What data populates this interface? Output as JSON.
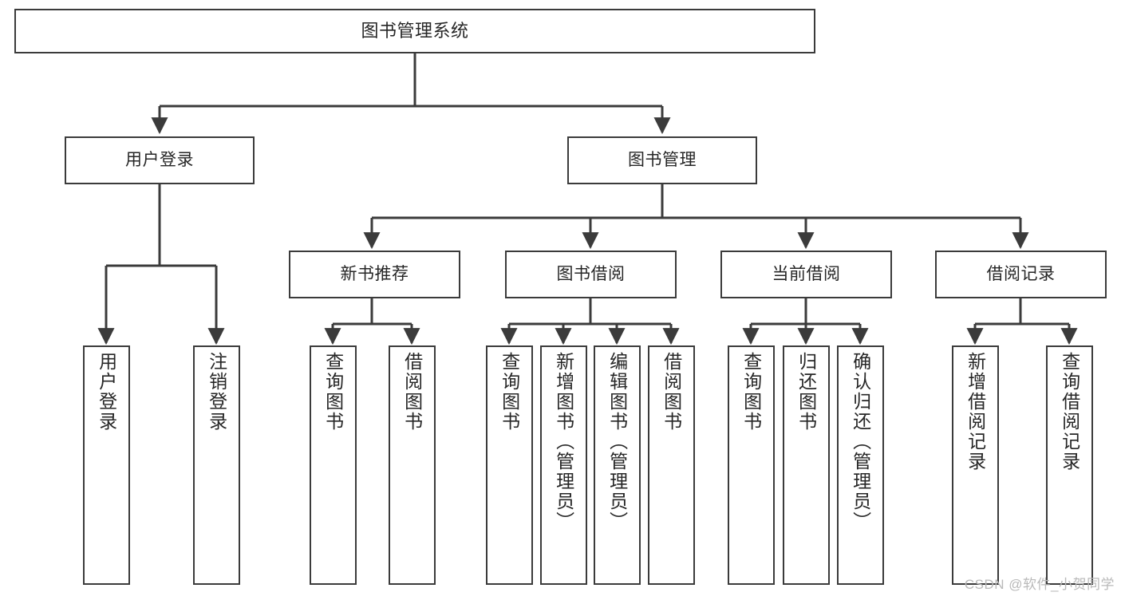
{
  "diagram": {
    "title": "图书管理系统",
    "type": "tree-hierarchy-diagram",
    "stroke_color": "#3b3b3b",
    "text_color": "#262626",
    "background_color": "#ffffff"
  },
  "nodes": {
    "root": {
      "label": "图书管理系统"
    },
    "level1": [
      {
        "id": "user-login",
        "label": "用户登录"
      },
      {
        "id": "book-management",
        "label": "图书管理"
      }
    ],
    "level2": [
      {
        "id": "new-book-recommend",
        "label": "新书推荐"
      },
      {
        "id": "book-borrow",
        "label": "图书借阅"
      },
      {
        "id": "current-borrow",
        "label": "当前借阅"
      },
      {
        "id": "borrow-record",
        "label": "借阅记录"
      }
    ],
    "leaves": {
      "user-login": [
        {
          "id": "leaf-user-login",
          "label": "用户登录"
        },
        {
          "id": "leaf-logout-login",
          "label": "注销登录"
        }
      ],
      "new-book-recommend": [
        {
          "id": "leaf-query-book-1",
          "label": "查询图书"
        },
        {
          "id": "leaf-borrow-book-1",
          "label": "借阅图书"
        }
      ],
      "book-borrow": [
        {
          "id": "leaf-query-book-2",
          "label": "查询图书"
        },
        {
          "id": "leaf-add-book",
          "label": "新增图书（管理员）"
        },
        {
          "id": "leaf-edit-book",
          "label": "编辑图书（管理员）"
        },
        {
          "id": "leaf-borrow-book-2",
          "label": "借阅图书"
        }
      ],
      "current-borrow": [
        {
          "id": "leaf-query-book-3",
          "label": "查询图书"
        },
        {
          "id": "leaf-return-book",
          "label": "归还图书"
        },
        {
          "id": "leaf-confirm-return",
          "label": "确认归还（管理员）"
        }
      ],
      "borrow-record": [
        {
          "id": "leaf-add-record",
          "label": "新增借阅记录"
        },
        {
          "id": "leaf-query-record",
          "label": "查询借阅记录"
        }
      ]
    }
  },
  "watermark": {
    "text": "CSDN @软件_小贺同学"
  }
}
